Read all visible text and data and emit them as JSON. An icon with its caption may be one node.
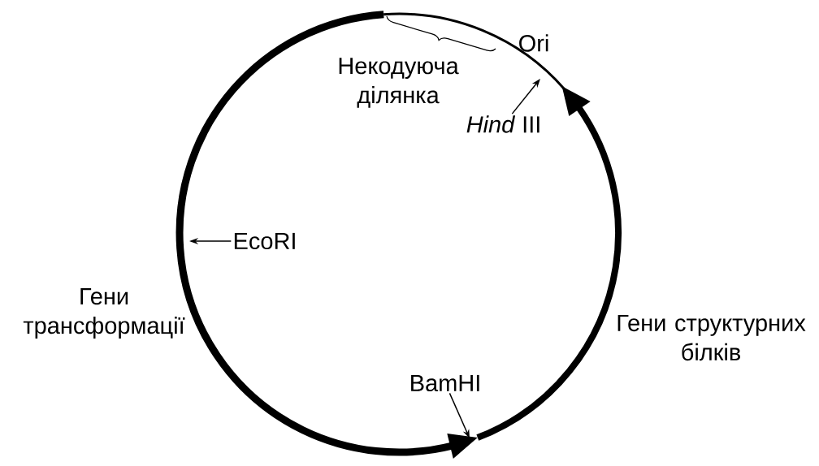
{
  "diagram": {
    "nodes": [
      {
        "text": [
          "*Hind* III"
        ]
      },
      {
        "text": [
          "EcoRI"
        ]
      },
      {
        "text": [
          "BamHI"
        ]
      }
    ],
    "edges": [
      {
        "from": 0,
        "to": null,
        "arrow": "to"
      },
      {
        "from": 1,
        "to": null,
        "arrow": "to"
      },
      {
        "from": 2,
        "to": null,
        "arrow": "to"
      }
    ],
    "labels": [
      "Некодуюча ділянка",
      "Ori",
      "Гени трансформації",
      "Гени структурних білків"
    ]
  }
}
